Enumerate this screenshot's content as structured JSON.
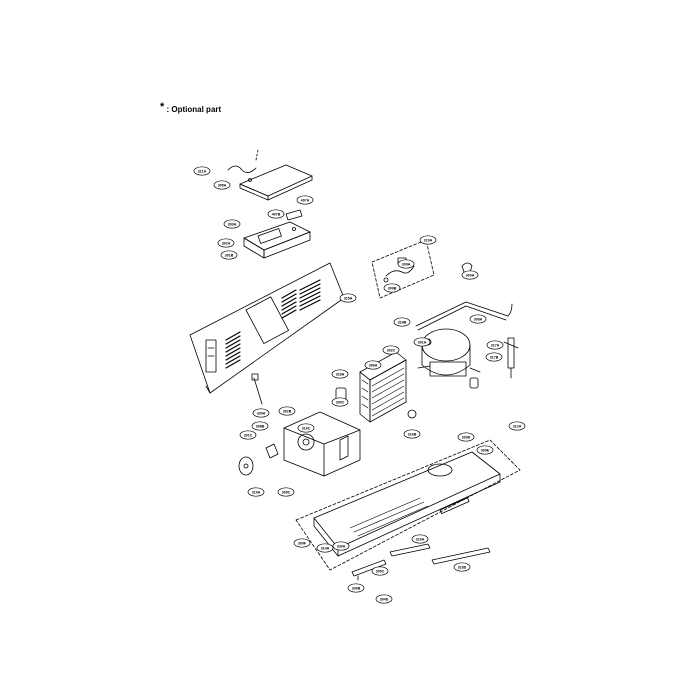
{
  "note": {
    "star": "*",
    "text": " : Optional part"
  },
  "callouts": [
    {
      "id": "311A"
    },
    {
      "id": "305A"
    },
    {
      "id": "407A"
    },
    {
      "id": "407B"
    },
    {
      "id": "303A"
    },
    {
      "id": "302A"
    },
    {
      "id": "301B"
    },
    {
      "id": "315A"
    },
    {
      "id": "330A"
    },
    {
      "id": "302B"
    },
    {
      "id": "301C"
    },
    {
      "id": "308B"
    },
    {
      "id": "310A"
    },
    {
      "id": "318B"
    },
    {
      "id": "308A"
    },
    {
      "id": "302C"
    },
    {
      "id": "301A"
    },
    {
      "id": "317A"
    },
    {
      "id": "317B"
    },
    {
      "id": "306A"
    },
    {
      "id": "318A"
    },
    {
      "id": "300A"
    },
    {
      "id": "309A"
    },
    {
      "id": "319A"
    },
    {
      "id": "309B"
    },
    {
      "id": "309C"
    },
    {
      "id": "312A"
    },
    {
      "id": "309D"
    },
    {
      "id": "309E"
    },
    {
      "id": "309F"
    },
    {
      "id": "330A"
    },
    {
      "id": "330B"
    },
    {
      "id": "305C"
    },
    {
      "id": "304D"
    },
    {
      "id": "318D"
    },
    {
      "id": "316A"
    },
    {
      "id": "316B"
    },
    {
      "id": "316C"
    },
    {
      "id": "314A"
    },
    {
      "id": "300C"
    }
  ]
}
